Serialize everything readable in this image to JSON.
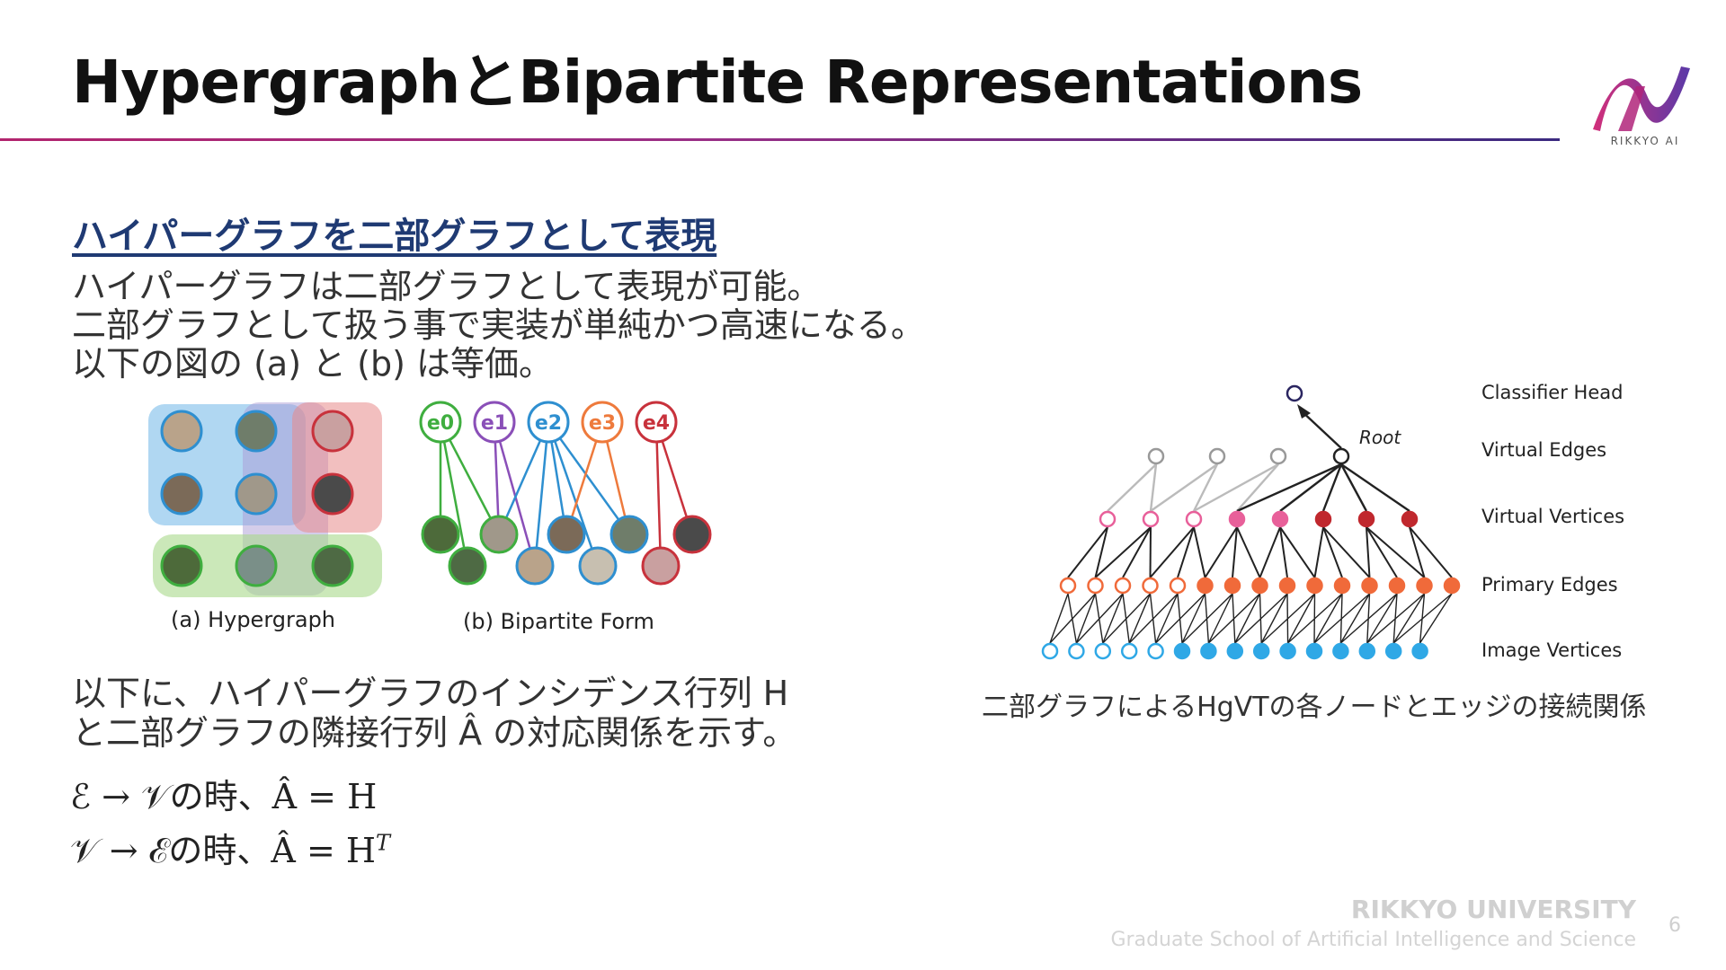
{
  "slide": {
    "title": "HypergraphとBipartite Representations",
    "logo_text": "RIKKYO AI",
    "subheading": "ハイパーグラフを二部グラフとして表現",
    "intro_lines": [
      "ハイパーグラフは二部グラフとして表現が可能。",
      "二部グラフとして扱う事で実装が単純かつ高速になる。",
      "以下の図の (a) と (b) は等価。"
    ],
    "lower_lines": [
      "以下に、ハイパーグラフのインシデンス行列 H",
      "と二部グラフの隣接行列 Â の対応関係を示す。"
    ],
    "equation_1": "ℰ → 𝒱の時、Â = H",
    "equation_2_prefix": "𝒱 → ℰの時、Â = H",
    "equation_2_sup": "T",
    "footer_university": "RIKKYO UNIVERSITY",
    "footer_school": "Graduate School of Artificial Intelligence and Science",
    "page_number": "6"
  },
  "left_figure": {
    "caption_a": "(a) Hypergraph",
    "caption_b": "(b) Bipartite Form",
    "edge_labels": [
      "e0",
      "e1",
      "e2",
      "e3",
      "e4"
    ],
    "edge_colors": [
      "#3fae3f",
      "#8a4fb8",
      "#2e8fd0",
      "#ee7a3c",
      "#c8323c"
    ]
  },
  "right_figure": {
    "caption": "二部グラフによるHgVTの各ノードとエッジの接続関係",
    "root_label": "Root",
    "layers": [
      "Classifier Head",
      "Virtual Edges",
      "Virtual Vertices",
      "Primary Edges",
      "Image Vertices"
    ],
    "colors": {
      "head": "#2a2560",
      "virtual_edge": "#aaaaaa",
      "virtual_vertex": "#e8609a",
      "virtual_vertex_red": "#c0282e",
      "primary_edge": "#f06a3a",
      "image_vertex": "#2fa8e6"
    }
  }
}
